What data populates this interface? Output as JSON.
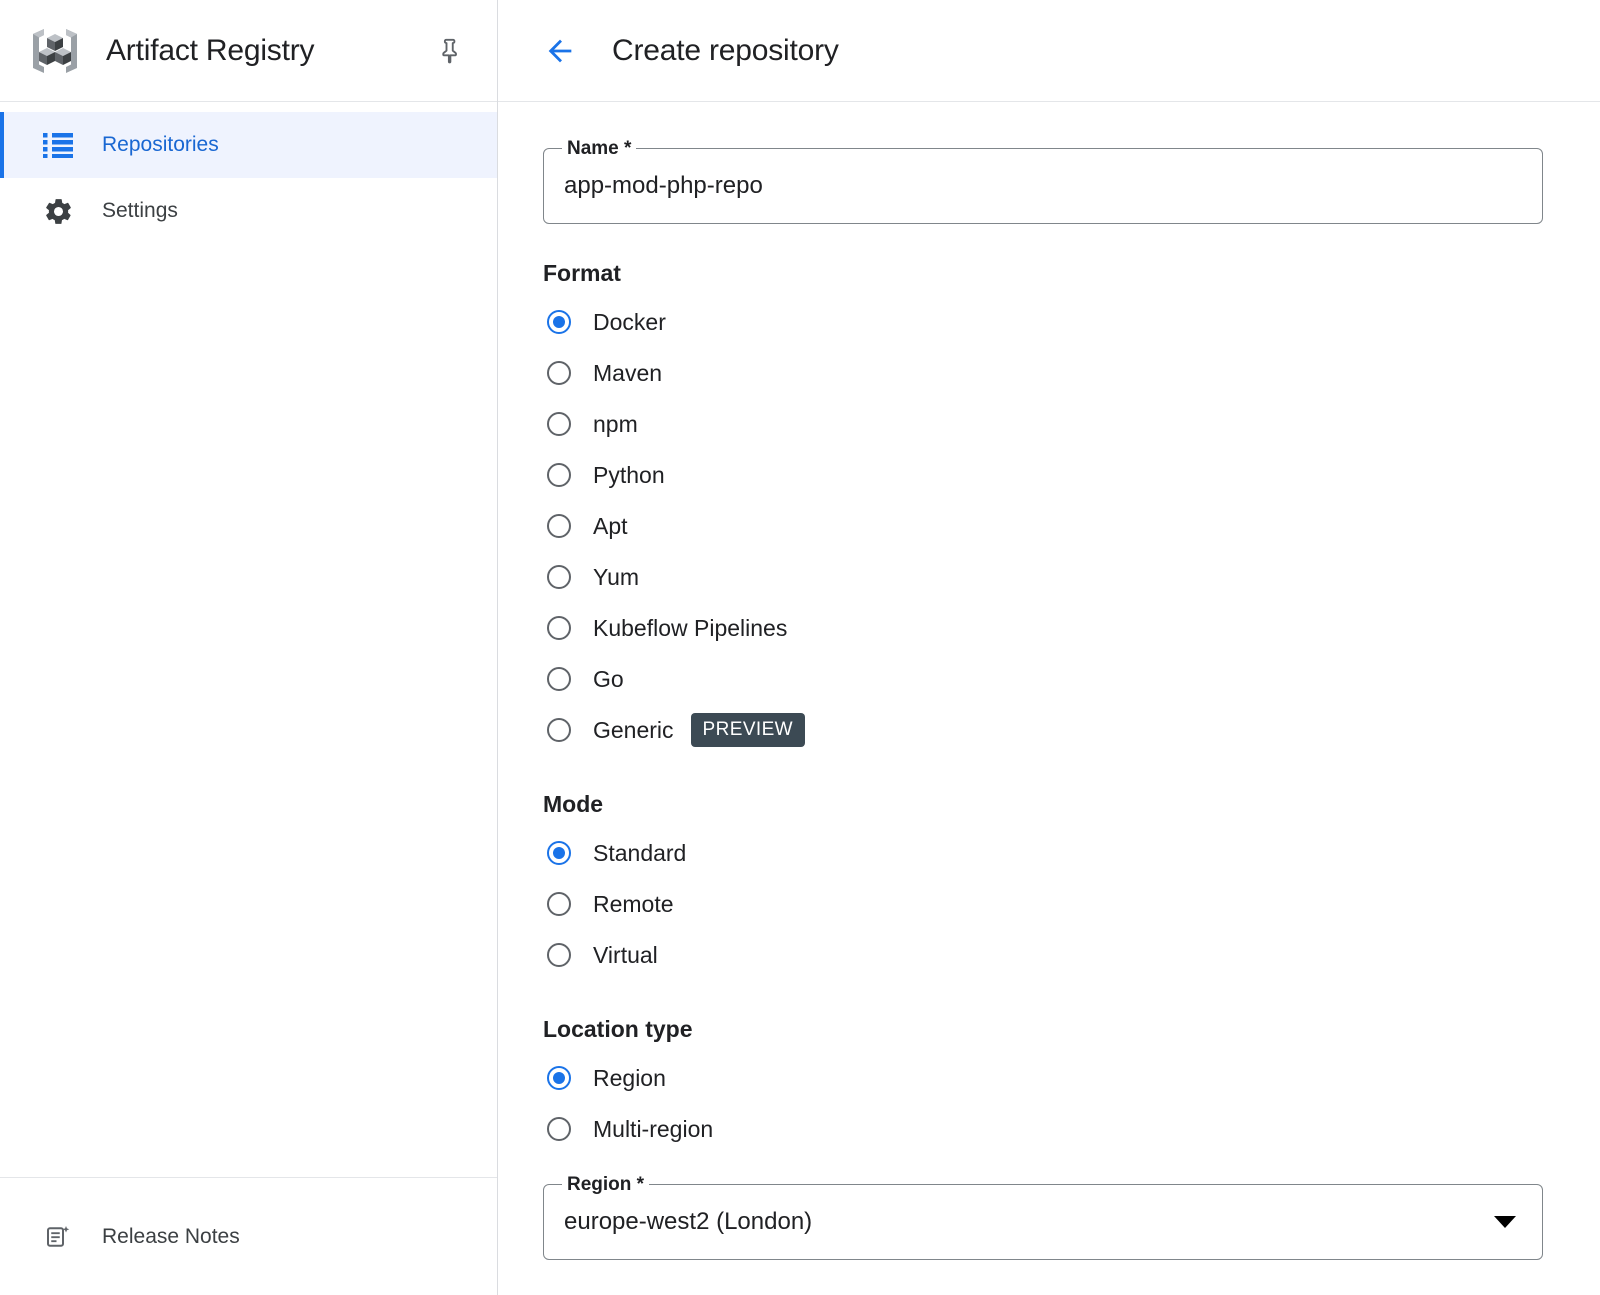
{
  "sidebar": {
    "product_title": "Artifact Registry",
    "logo_icon": "artifact-registry-logo",
    "pin_icon": "pin-icon",
    "items": [
      {
        "label": "Repositories",
        "icon": "list-icon",
        "active": true
      },
      {
        "label": "Settings",
        "icon": "gear-icon",
        "active": false
      }
    ],
    "footer": {
      "label": "Release Notes",
      "icon": "release-notes-icon"
    }
  },
  "main": {
    "back_icon": "arrow-left-icon",
    "title": "Create repository",
    "name_field": {
      "label": "Name *",
      "value": "app-mod-php-repo",
      "placeholder": ""
    },
    "format": {
      "title": "Format",
      "options": [
        {
          "label": "Docker",
          "checked": true
        },
        {
          "label": "Maven",
          "checked": false
        },
        {
          "label": "npm",
          "checked": false
        },
        {
          "label": "Python",
          "checked": false
        },
        {
          "label": "Apt",
          "checked": false
        },
        {
          "label": "Yum",
          "checked": false
        },
        {
          "label": "Kubeflow Pipelines",
          "checked": false
        },
        {
          "label": "Go",
          "checked": false
        },
        {
          "label": "Generic",
          "checked": false,
          "badge": "PREVIEW"
        }
      ]
    },
    "mode": {
      "title": "Mode",
      "options": [
        {
          "label": "Standard",
          "checked": true
        },
        {
          "label": "Remote",
          "checked": false
        },
        {
          "label": "Virtual",
          "checked": false
        }
      ]
    },
    "location_type": {
      "title": "Location type",
      "options": [
        {
          "label": "Region",
          "checked": true
        },
        {
          "label": "Multi-region",
          "checked": false
        }
      ]
    },
    "region_field": {
      "label": "Region *",
      "value": "europe-west2 (London)",
      "dropdown_icon": "chevron-down-icon"
    }
  },
  "colors": {
    "accent_blue": "#1a73e8",
    "accent_blue_text": "#1967d2",
    "active_nav_bg": "#eff3fe",
    "badge_bg": "#3c4a54",
    "text_primary": "#202124",
    "border": "#dadce0",
    "radio_border": "#5f6368"
  }
}
